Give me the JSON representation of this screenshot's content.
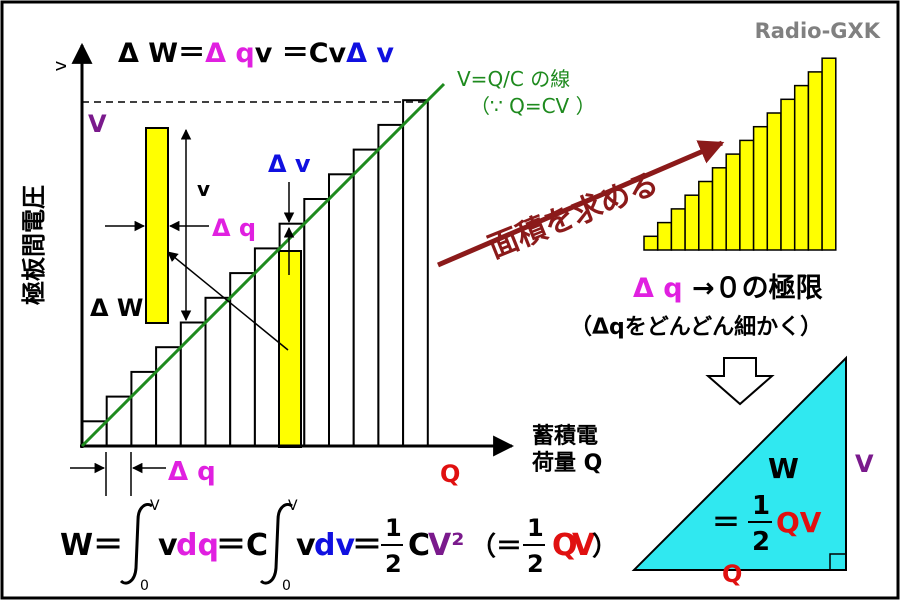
{
  "watermark": "Radio-GXK",
  "colors": {
    "line_green": "#1e8a1e",
    "magenta": "#e020e0",
    "blue": "#1010e0",
    "red": "#e01010",
    "purple": "#7a1a8c",
    "yellow": "#ffff00",
    "cyan": "#30e8f0",
    "arrow_brown": "#8b1a1a"
  },
  "header_formula": {
    "p1": "Δ W＝",
    "p2": "Δ q",
    "p3": "v ＝Cv",
    "p4": "Δ v"
  },
  "axes": {
    "y_label": "極板間電圧",
    "y_var": "v",
    "x_label_line1": "蓄積電",
    "x_label_line2": "荷量 Q"
  },
  "markers": {
    "V": "V",
    "Q": "Q"
  },
  "line_label": {
    "line1": "V=Q/C の線",
    "line2": "（∵ Q=CV ）"
  },
  "inset": {
    "v": "v",
    "dq": "Δ q",
    "dv": "Δ v",
    "dW": "Δ W"
  },
  "bottom_dq": "Δ q",
  "arrow_label": "面積を求める",
  "limit": {
    "p1": "Δ q",
    "p2": " →０の極限",
    "sub": "（Δqをどんどん細かく）"
  },
  "triangle": {
    "W": "W",
    "eq": "＝",
    "num": "1",
    "den": "2",
    "QV": "QV",
    "Q": "Q",
    "V": "V"
  },
  "integral": {
    "W_eq": "W＝",
    "v": "v",
    "dq": "dq",
    "eqC": "＝C",
    "v2": "v",
    "dv": "dv",
    "eq": "＝",
    "one": "1",
    "two": "2",
    "C": "C",
    "Vsq": "V²",
    "paren_eq": "（＝",
    "one2": "1",
    "two2": "2",
    "Q": "Q",
    "V": "V",
    "close": "）",
    "up1": "V",
    "lo1": "0",
    "up2": "V",
    "lo2": "0"
  }
}
